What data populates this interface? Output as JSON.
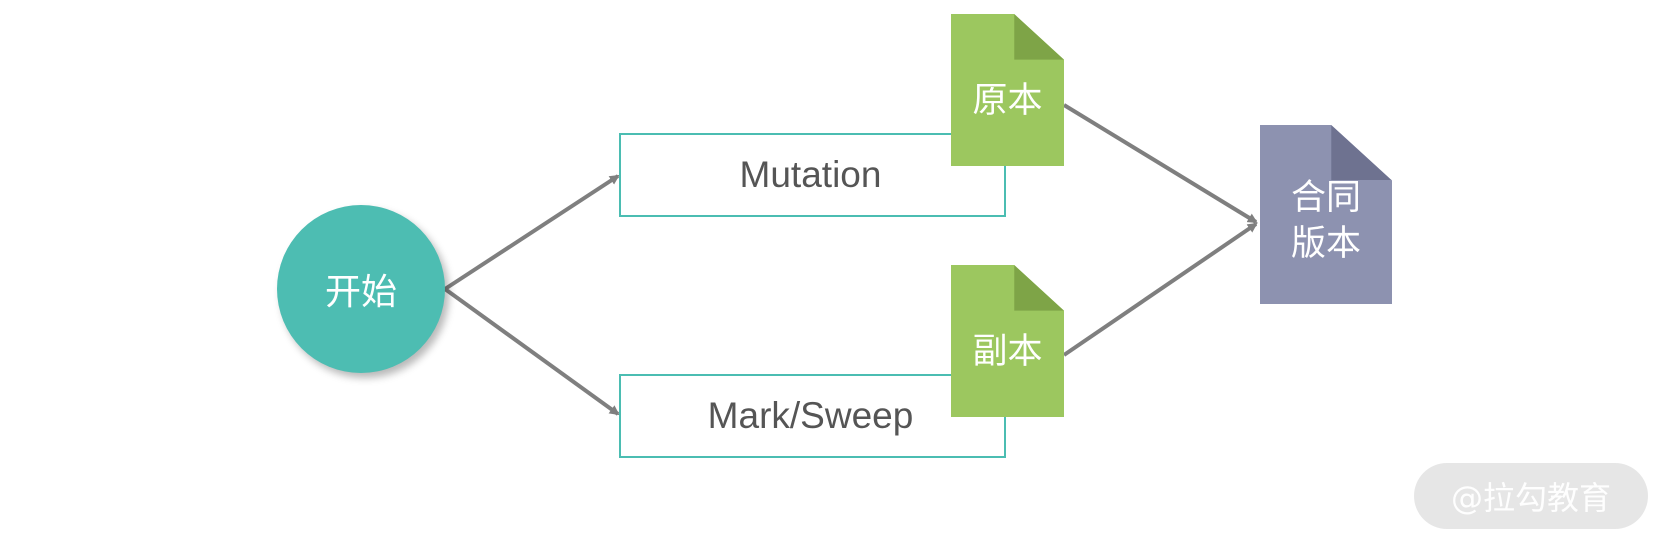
{
  "diagram": {
    "start": {
      "label": "开始",
      "color": "#4dbdb2"
    },
    "processes": [
      {
        "id": "mutation",
        "label": "Mutation"
      },
      {
        "id": "mark-sweep",
        "label": "Mark/Sweep"
      }
    ],
    "documents": {
      "original": {
        "label": "原本",
        "color": "#9cc75f"
      },
      "copy": {
        "label": "副本",
        "color": "#9cc75f"
      },
      "merged": {
        "label_line1": "合同",
        "label_line2": "版本",
        "color": "#8d92b0"
      }
    },
    "edges": [
      {
        "from": "start",
        "to": "mutation"
      },
      {
        "from": "start",
        "to": "mark-sweep"
      },
      {
        "from": "original",
        "to": "merged"
      },
      {
        "from": "copy",
        "to": "merged"
      }
    ],
    "edge_color": "#7f7f7f",
    "box_border_color": "#4bbdb2"
  },
  "watermark": {
    "text": "@拉勾教育"
  }
}
